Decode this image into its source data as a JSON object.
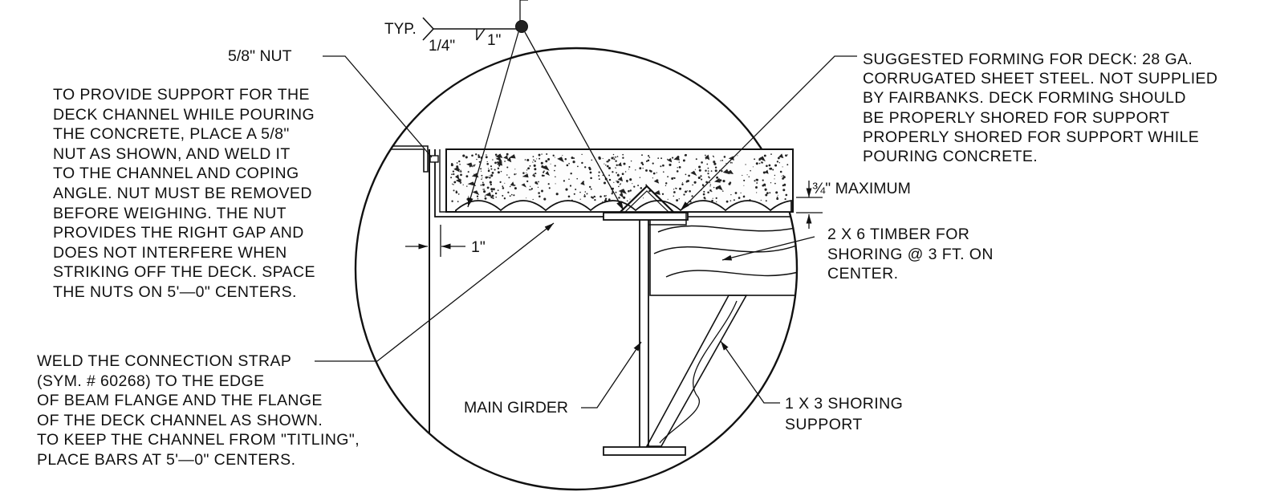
{
  "weld_symbol": {
    "tail": "TYP.",
    "size": "1/4\"",
    "length": "1\""
  },
  "labels": {
    "nut": "5/8\" NUT",
    "gap": "1\"",
    "maximum": "¾\" MAXIMUM",
    "main_girder": "MAIN GIRDER"
  },
  "notes": {
    "nut_support": [
      "TO PROVIDE SUPPORT FOR THE",
      "DECK CHANNEL WHILE POURING",
      "THE CONCRETE, PLACE A 5/8\"",
      "NUT AS SHOWN, AND WELD IT",
      "TO THE CHANNEL AND COPING",
      "ANGLE. NUT MUST BE REMOVED",
      "BEFORE WEIGHING. THE NUT",
      "PROVIDES THE RIGHT GAP AND",
      "DOES NOT INTERFERE WHEN",
      "STRIKING OFF THE DECK. SPACE",
      "THE NUTS ON 5'—0\" CENTERS."
    ],
    "connection_strap": [
      "WELD THE CONNECTION STRAP",
      "(SYM. # 60268) TO THE EDGE",
      "OF BEAM FLANGE AND THE FLANGE",
      "OF THE DECK CHANNEL AS SHOWN.",
      "TO KEEP THE CHANNEL FROM \"TITLING\",",
      "PLACE BARS AT 5'—0\" CENTERS."
    ],
    "deck_forming": [
      "SUGGESTED FORMING FOR DECK: 28 GA.",
      "CORRUGATED SHEET STEEL. NOT SUPPLIED",
      "BY FAIRBANKS.  DECK FORMING SHOULD",
      "BE PROPERLY SHORED FOR SUPPORT",
      "PROPERLY SHORED FOR SUPPORT WHILE",
      "POURING CONCRETE."
    ],
    "timber": [
      "2 X 6 TIMBER FOR",
      "SHORING @ 3 FT. ON",
      "CENTER."
    ],
    "shoring_support": [
      "1 X 3 SHORING",
      "SUPPORT"
    ]
  }
}
